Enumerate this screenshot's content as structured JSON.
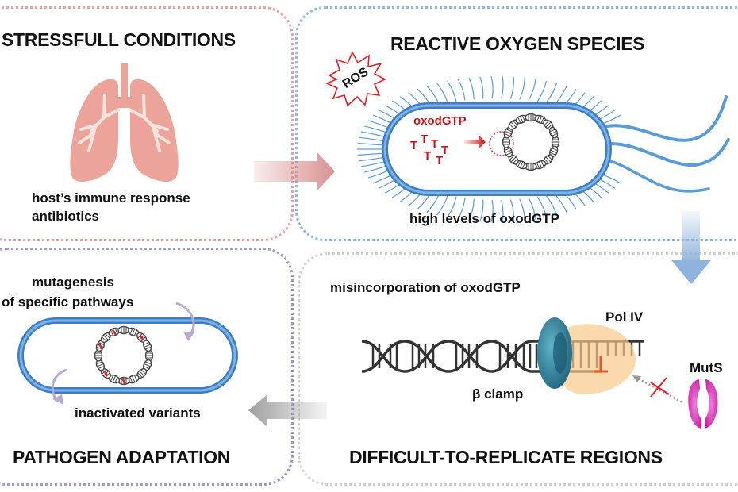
{
  "panels": {
    "stress": {
      "title": "STRESSFULL CONDITIONS",
      "icon": "lungs-icon",
      "lines": [
        "host’s immune response",
        "antibiotics"
      ]
    },
    "ros": {
      "title": "REACTIVE OXYGEN SPECIES",
      "burst_label": "ROS",
      "molecule_label": "oxodGTP",
      "nucleotide_glyph": "T",
      "caption": "high levels of oxodGTP"
    },
    "difficult": {
      "title": "DIFFICULT-TO-REPLICATE REGIONS",
      "caption": "misincorporation of oxodGTP",
      "polymerase_label": "Pol IV",
      "clamp_label": "β clamp",
      "mismatch_repair_label": "MutS"
    },
    "pathogen": {
      "title": "PATHOGEN ADAPTATION",
      "caption_top": [
        "mutagenesis",
        "of specific pathways"
      ],
      "caption_bottom": "inactivated variants"
    }
  },
  "colors": {
    "stress_border": "#e3a3a0",
    "ros_border": "#8fb6e0",
    "pathogen_border": "#a595cf",
    "difficult_border": "#cfcfcf",
    "lungs": "#eca49a",
    "bronchi": "#f8e3dd",
    "bacteria_wall": "#4a8fcf",
    "oxodgtp_red": "#c0161b",
    "clamp_teal": "#2f7f96",
    "polymerase_orange": "#f8c98a",
    "muts_magenta": "#d838b8",
    "cycle_arrow": "#b8a8d4"
  }
}
